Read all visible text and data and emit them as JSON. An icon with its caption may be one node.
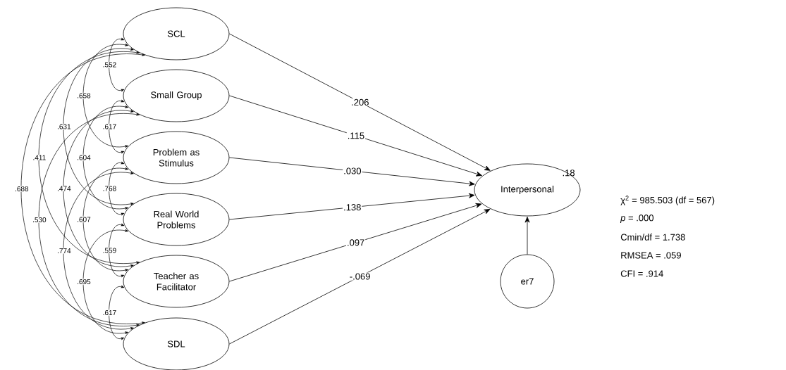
{
  "diagram": {
    "nodes": [
      {
        "text": [
          "SCL"
        ]
      },
      {
        "text": [
          "Small Group"
        ]
      },
      {
        "text": [
          "Problem as Stimulus"
        ]
      },
      {
        "text": [
          "Real World Problems"
        ]
      },
      {
        "text": [
          "Teacher as Facilitator"
        ]
      },
      {
        "text": [
          "SDL"
        ]
      },
      {
        "text": [
          "Interpersonal"
        ],
        "beside": [
          ".18"
        ]
      },
      {
        "text": [
          "er7"
        ]
      }
    ],
    "edges": [
      {
        "from": 0,
        "to": 6,
        "arrow": "to",
        "label": ".206"
      },
      {
        "from": 1,
        "to": 6,
        "arrow": "to",
        "label": ".115"
      },
      {
        "from": 2,
        "to": 6,
        "arrow": "to",
        "label": ".030"
      },
      {
        "from": 3,
        "to": 6,
        "arrow": "to",
        "label": ".138"
      },
      {
        "from": 4,
        "to": 6,
        "arrow": "to",
        "label": ".097"
      },
      {
        "from": 5,
        "to": 6,
        "arrow": "to",
        "label": "-.069"
      },
      {
        "from": 7,
        "to": 6,
        "arrow": "to"
      },
      {
        "from": 0,
        "to": 1,
        "arrow": "both",
        "label": ".552"
      },
      {
        "from": 1,
        "to": 2,
        "arrow": "both",
        "label": ".617"
      },
      {
        "from": 2,
        "to": 3,
        "arrow": "both",
        "label": ".768"
      },
      {
        "from": 3,
        "to": 4,
        "arrow": "both",
        "label": ".559"
      },
      {
        "from": 4,
        "to": 5,
        "arrow": "both",
        "label": ".617"
      },
      {
        "from": 0,
        "to": 2,
        "arrow": "both",
        "label": ".658"
      },
      {
        "from": 1,
        "to": 3,
        "arrow": "both",
        "label": ".604"
      },
      {
        "from": 2,
        "to": 4,
        "arrow": "both",
        "label": ".607"
      },
      {
        "from": 3,
        "to": 5,
        "arrow": "both",
        "label": ".695"
      },
      {
        "from": 0,
        "to": 3,
        "arrow": "both",
        "label": ".631"
      },
      {
        "from": 1,
        "to": 4,
        "arrow": "both",
        "label": ".474"
      },
      {
        "from": 2,
        "to": 5,
        "arrow": "both",
        "label": ".774"
      },
      {
        "from": 0,
        "to": 4,
        "arrow": "both",
        "label": ".411"
      },
      {
        "from": 1,
        "to": 5,
        "arrow": "both",
        "label": ".530"
      },
      {
        "from": 0,
        "to": 5,
        "arrow": "both",
        "label": ".688"
      }
    ],
    "labels": [
      "χ$^{2}$ = 985.503 (df = 567)",
      "*p* = .000",
      "Cmin/df = 1.738",
      "RMSEA = .059",
      "CFI = .914"
    ]
  }
}
